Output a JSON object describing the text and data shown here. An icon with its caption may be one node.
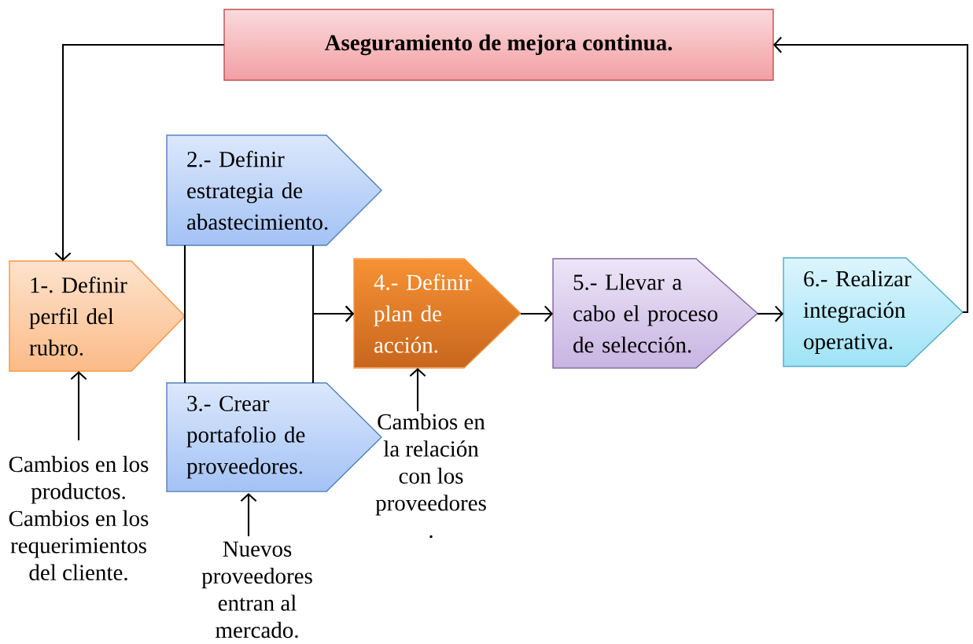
{
  "diagram": {
    "nodes": [
      {
        "text": [
          "Aseguramiento de mejora continua."
        ]
      },
      {
        "text": [
          "1-. Definir perfil del rubro."
        ]
      },
      {
        "text": [
          "2.- Definir estrategia de abastecimiento."
        ]
      },
      {
        "text": [
          "3.- Crear portafolio de proveedores."
        ]
      },
      {
        "text": [
          "4.- Definir plan de acción."
        ]
      },
      {
        "text": [
          "5.- Llevar a cabo el proceso de selección."
        ]
      },
      {
        "text": [
          "6.- Realizar integración operativa."
        ]
      },
      {
        "text": [
          "Cambios en los productos. Cambios en los requerimientos del cliente."
        ]
      },
      {
        "text": [
          "Nuevos proveedores entran al mercado."
        ]
      },
      {
        "text": [
          "Cambios en la relación con los proveedores ."
        ]
      }
    ],
    "edges": [
      {
        "from": 0,
        "to": 1,
        "arrow": "to"
      },
      {
        "from": 1,
        "to": 2,
        "arrow": "none"
      },
      {
        "from": 1,
        "to": 3,
        "arrow": "none"
      },
      {
        "from": 2,
        "to": 4,
        "arrow": "to"
      },
      {
        "from": 3,
        "to": 4,
        "arrow": "to"
      },
      {
        "from": 4,
        "to": 5,
        "arrow": "to"
      },
      {
        "from": 5,
        "to": 6,
        "arrow": "to"
      },
      {
        "from": 6,
        "to": 0,
        "arrow": "to"
      },
      {
        "from": 7,
        "to": 1,
        "arrow": "to"
      },
      {
        "from": 8,
        "to": 3,
        "arrow": "to"
      },
      {
        "from": 9,
        "to": 4,
        "arrow": "to"
      }
    ]
  }
}
